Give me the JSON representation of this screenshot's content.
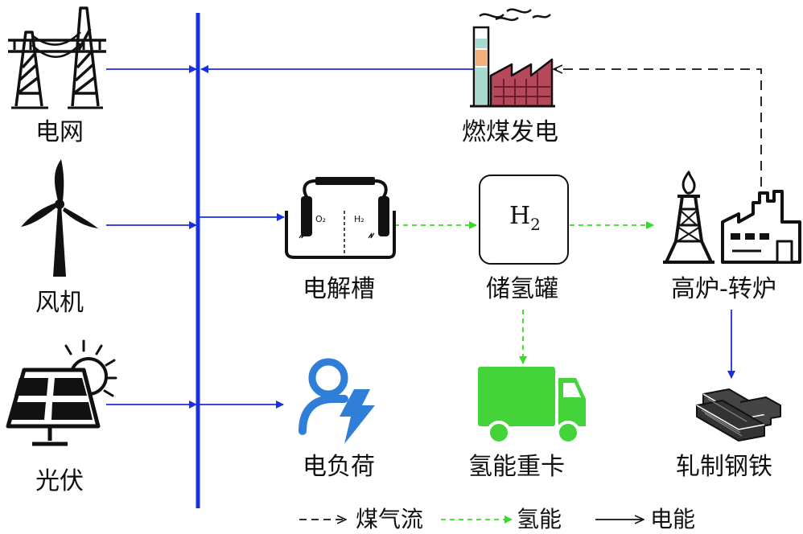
{
  "nodes": {
    "grid": "电网",
    "wind": "风机",
    "solar": "光伏",
    "coal_plant": "燃煤发电",
    "electrolyzer": "电解槽",
    "h2_tank": "储氢罐",
    "furnace": "高炉-转炉",
    "load": "电负荷",
    "truck": "氢能重卡",
    "steel": "轧制钢铁"
  },
  "electrolyzer_marks": {
    "o2": "O₂",
    "h2": "H₂"
  },
  "tank_symbol": {
    "base": "H",
    "sub": "2"
  },
  "legend": {
    "gas_flow": "煤气流",
    "hydrogen": "氢能",
    "electricity": "电能"
  },
  "colors": {
    "bus": "#1a2fe0",
    "electric_line": "#1a2fe0",
    "hydrogen_line": "#33dd22",
    "gas_line": "#111111",
    "truck": "#44d43a",
    "load_icon": "#2f7fd8",
    "factory_roof": "#b5485a",
    "chimney_peach": "#f4b07a",
    "chimney_mint": "#a8dbd0"
  }
}
